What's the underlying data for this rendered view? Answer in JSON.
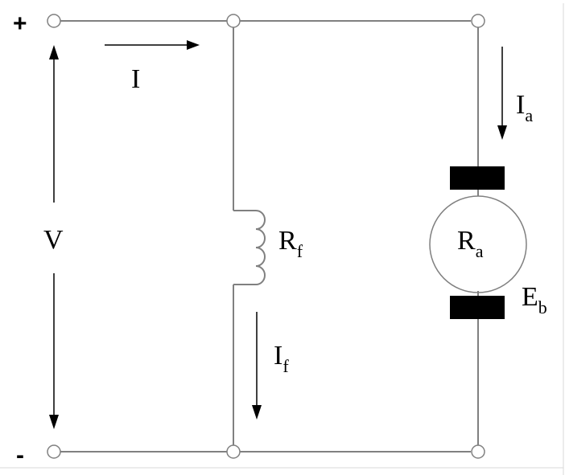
{
  "terminals": {
    "plus": "+",
    "minus": "-"
  },
  "labels": {
    "supply_current": "I",
    "voltage": "V",
    "field_resistance": {
      "main": "R",
      "sub": "f"
    },
    "field_current": {
      "main": "I",
      "sub": "f"
    },
    "armature_current": {
      "main": "I",
      "sub": "a"
    },
    "armature_resistance": {
      "main": "R",
      "sub": "a"
    },
    "back_emf": {
      "main": "E",
      "sub": "b"
    }
  },
  "colors": {
    "wire": "#808080",
    "ink": "#000000",
    "background": "#ffffff"
  }
}
